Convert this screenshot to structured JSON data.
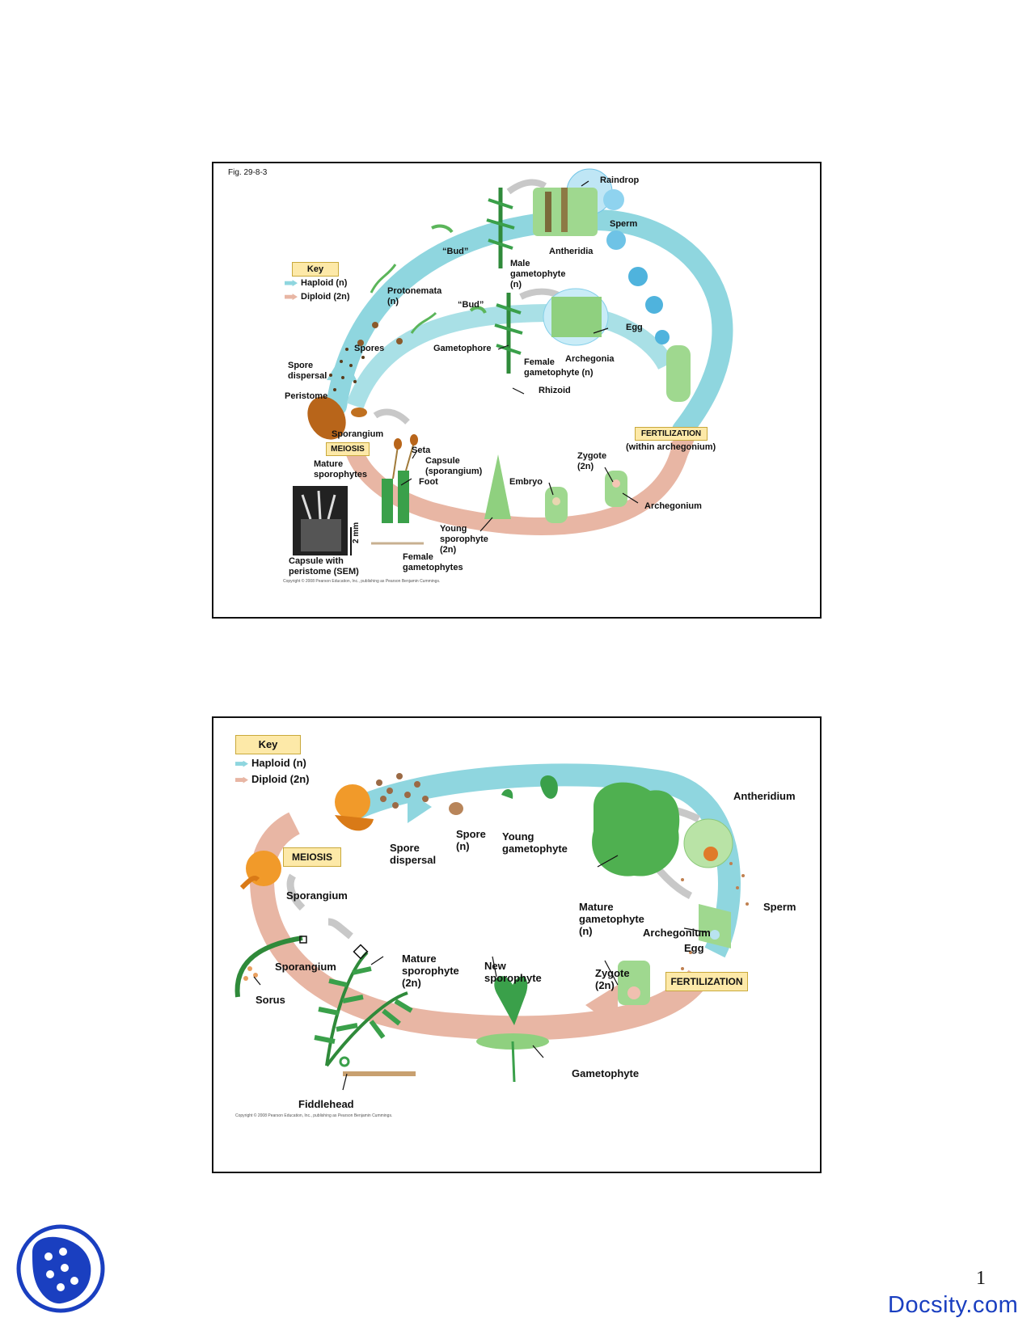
{
  "page": {
    "number": "1",
    "brand": "Docsity.com"
  },
  "colors": {
    "haploid": "#8fd6df",
    "diploid": "#e8b6a4",
    "key_box": "#fde9a8",
    "plant_green": "#3aa04a",
    "brand_blue": "#1a3fc0"
  },
  "slide1": {
    "fig_label": "Fig. 29-8-3",
    "key": {
      "title": "Key",
      "haploid": "Haploid (n)",
      "diploid": "Diploid (2n)"
    },
    "labels": {
      "raindrop": "Raindrop",
      "sperm": "Sperm",
      "bud_top": "“Bud”",
      "antheridia": "Antheridia",
      "male_gametophyte": "Male gametophyte (n)",
      "protonemata": "Protonemata (n)",
      "bud_mid": "“Bud”",
      "egg": "Egg",
      "spores": "Spores",
      "gametophore": "Gametophore",
      "archegonia": "Archegonia",
      "female_gametophyte": "Female gametophyte (n)",
      "spore_dispersal": "Spore dispersal",
      "rhizoid": "Rhizoid",
      "peristome": "Peristome",
      "sporangium": "Sporangium",
      "meiosis": "MEIOSIS",
      "fertilization": "FERTILIZATION",
      "within_archegonium": "(within archegonium)",
      "seta": "Seta",
      "capsule": "Capsule (sporangium)",
      "foot": "Foot",
      "zygote": "Zygote (2n)",
      "mature_sporophytes": "Mature sporophytes",
      "embryo": "Embryo",
      "archegonium": "Archegonium",
      "young_sporophyte": "Young sporophyte (2n)",
      "scale": "2 mm",
      "capsule_with_peristome": "Capsule with peristome (SEM)",
      "female_gametophytes": "Female gametophytes"
    },
    "copyright": "Copyright © 2008 Pearson Education, Inc., publishing as Pearson Benjamin Cummings."
  },
  "slide2": {
    "key": {
      "title": "Key",
      "haploid": "Haploid (n)",
      "diploid": "Diploid (2n)"
    },
    "labels": {
      "antheridium": "Antheridium",
      "spore": "Spore (n)",
      "young_gametophyte": "Young gametophyte",
      "spore_dispersal": "Spore dispersal",
      "meiosis": "MEIOSIS",
      "sporangium_top": "Sporangium",
      "mature_gametophyte": "Mature gametophyte (n)",
      "sperm": "Sperm",
      "archegonium": "Archegonium",
      "egg": "Egg",
      "sporangium_bottom": "Sporangium",
      "mature_sporophyte": "Mature sporophyte (2n)",
      "new_sporophyte": "New sporophyte",
      "zygote": "Zygote (2n)",
      "fertilization": "FERTILIZATION",
      "sorus": "Sorus",
      "gametophyte": "Gametophyte",
      "fiddlehead": "Fiddlehead"
    },
    "copyright": "Copyright © 2008 Pearson Education, Inc., publishing as Pearson Benjamin Cummings."
  }
}
